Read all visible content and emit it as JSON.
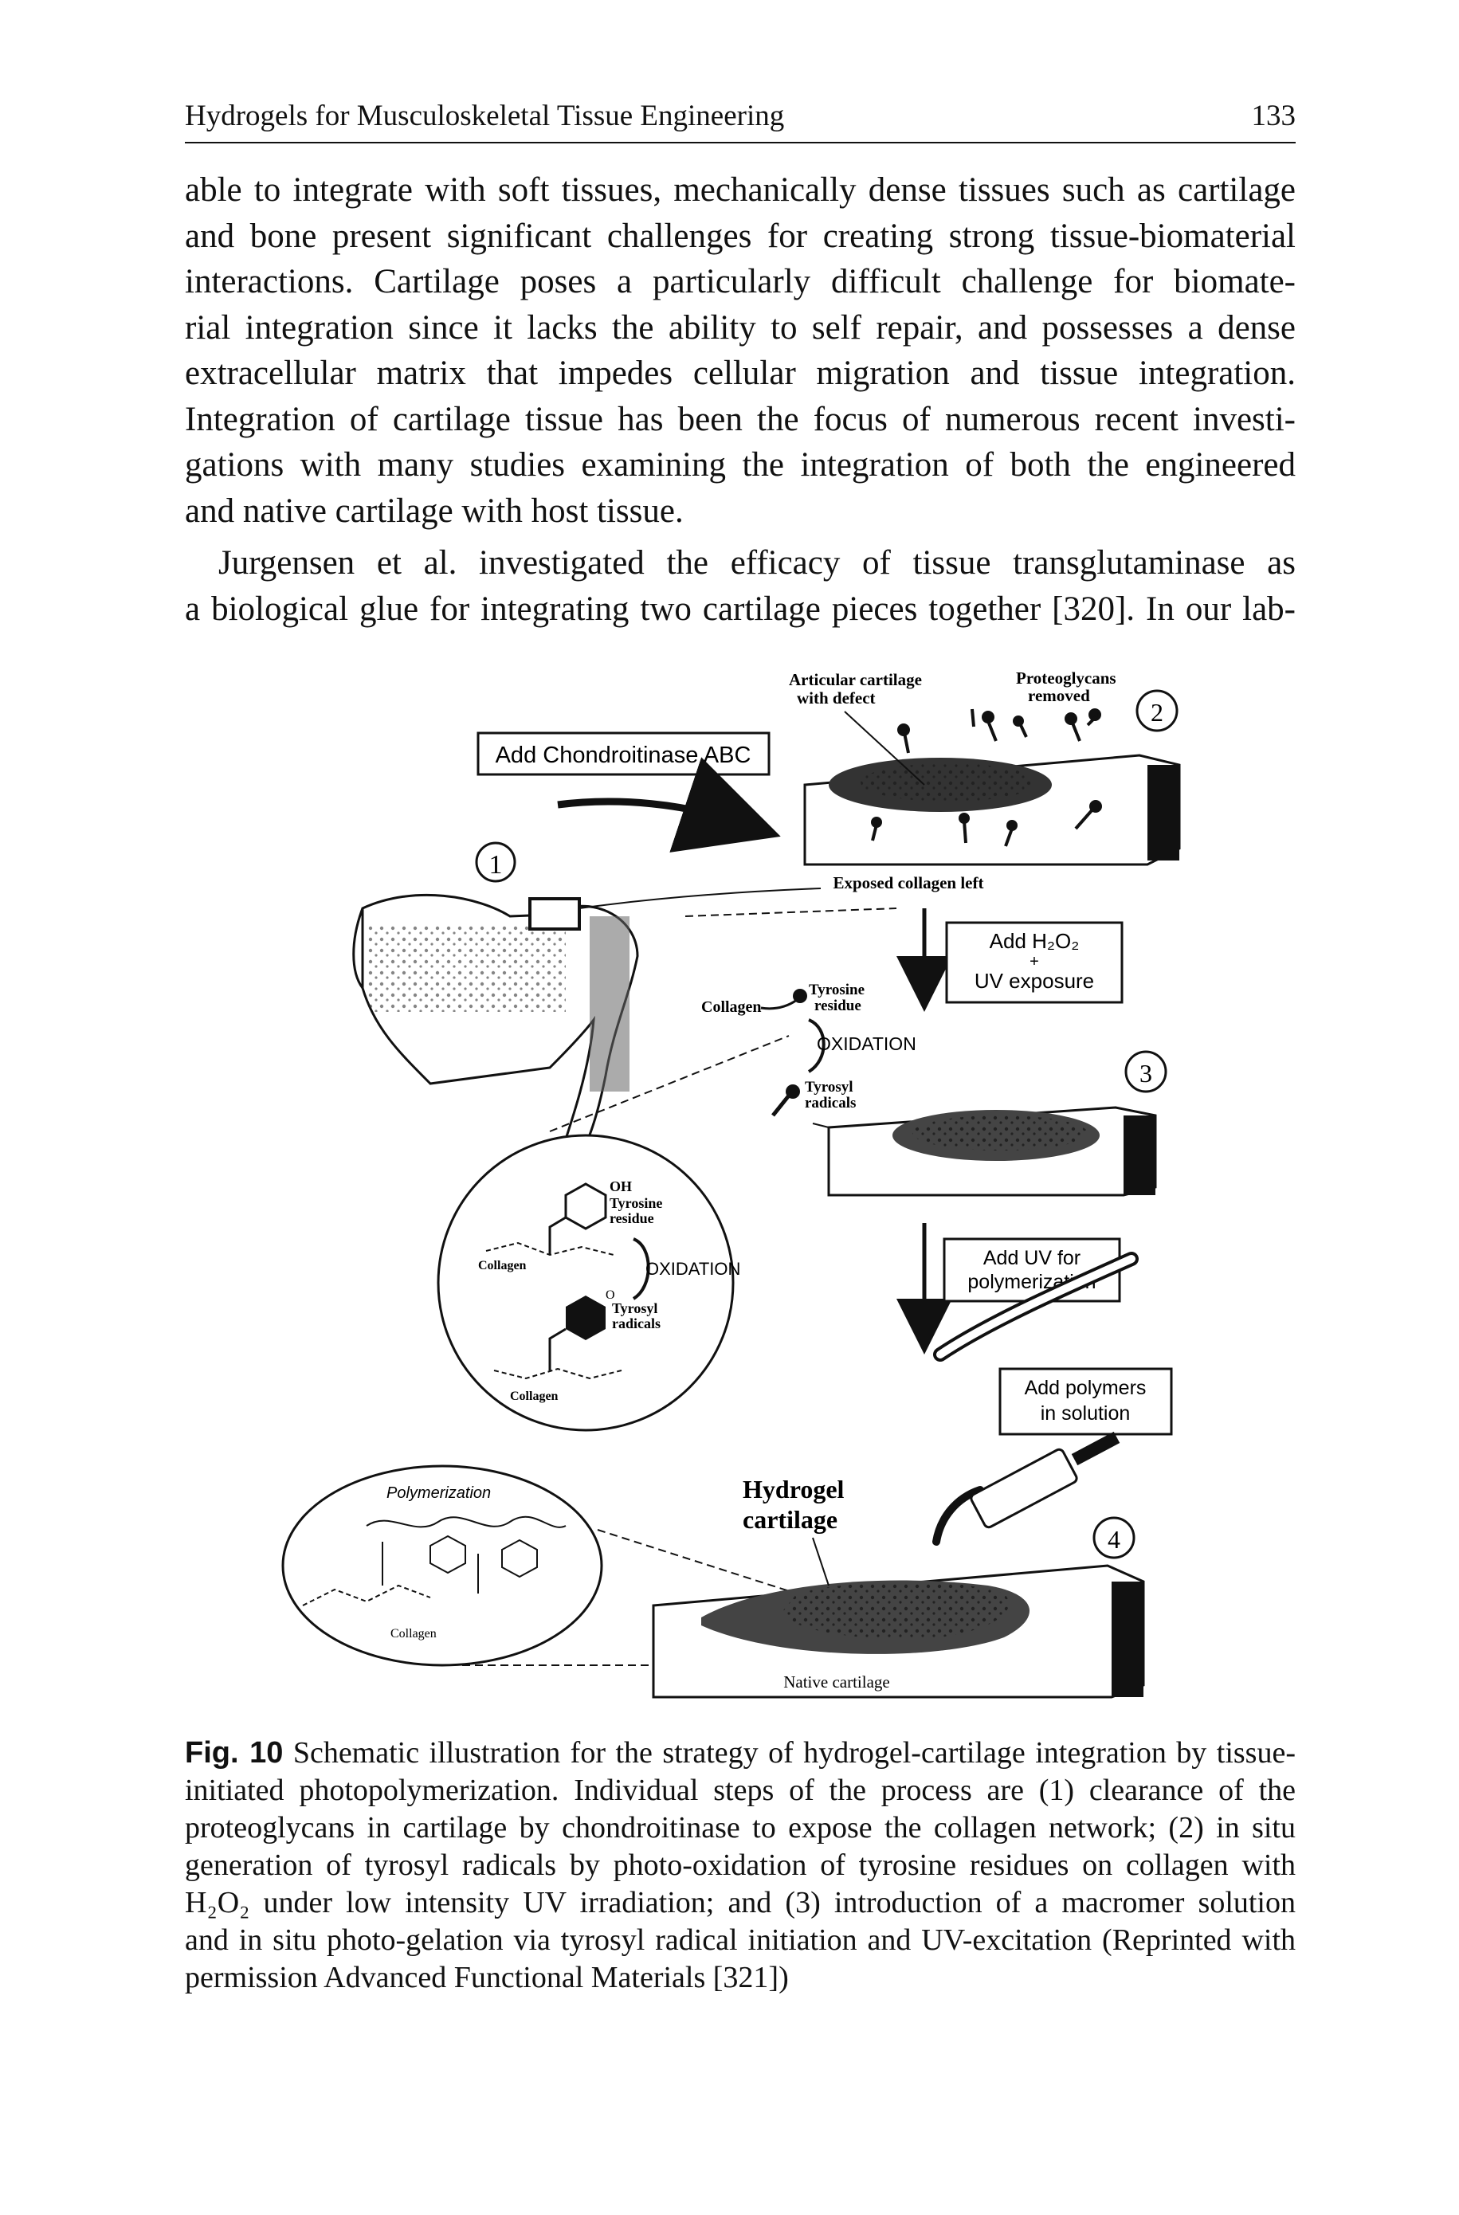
{
  "running_head": {
    "title": "Hydrogels for Musculoskeletal Tissue Engineering",
    "page_number": "133"
  },
  "body": {
    "paragraph1_lines": [
      "able to integrate with soft tissues, mechanically dense tissues such as cartilage",
      "and bone present significant challenges for creating strong tissue-biomaterial",
      "interactions. Cartilage poses a particularly difficult challenge for biomate-",
      "rial integration since it lacks the ability to self repair, and possesses a dense",
      "extracellular matrix that impedes cellular migration and tissue integration.",
      "Integration of cartilage tissue has been the focus of numerous recent investi-",
      "gations with many studies examining the integration of both the engineered",
      "and native cartilage with host tissue."
    ],
    "paragraph2_lines": [
      "Jurgensen et al. investigated the efficacy of tissue transglutaminase as",
      "a biological glue for integrating two cartilage pieces together [320]. In our lab-"
    ]
  },
  "figure": {
    "step1_box": "Add Chondroitinase ABC",
    "articular_defect_line1": "Articular cartilage",
    "articular_defect_line2": "with defect",
    "proteoglycans_line1": "Proteoglycans",
    "proteoglycans_line2": "removed",
    "exposed_collagen": "Exposed collagen left",
    "step_numbers": [
      "1",
      "2",
      "3",
      "4"
    ],
    "h2o2_box_line1": "Add H₂O₂",
    "h2o2_box_line2": "+",
    "h2o2_box_line3": "UV exposure",
    "tyrosine_residue_line1": "Tyrosine",
    "tyrosine_residue_line2": "residue",
    "collagen": "Collagen",
    "oxidation": "OXIDATION",
    "tyrosyl_radicals_line1": "Tyrosyl",
    "tyrosyl_radicals_line2": "radicals",
    "oh": "OH",
    "circle_tyrosine_line1": "Tyrosine",
    "circle_tyrosine_line2": "residue",
    "circle_oxidation": "OXIDATION",
    "circle_radicals_line1": "Tyrosyl",
    "circle_radicals_line2": "radicals",
    "circle_oxygen": "O",
    "circle_collagen_top": "Collagen",
    "circle_collagen_bottom": "Collagen",
    "uv_box_line1": "Add UV for",
    "uv_box_line2": "polymerization",
    "polymers_box_line1": "Add polymers",
    "polymers_box_line2": "in solution",
    "polymerization": "Polymerization",
    "polymer_collagen": "Collagen",
    "hydrogel_line1": "Hydrogel",
    "hydrogel_line2": "cartilage",
    "native_cartilage": "Native cartilage"
  },
  "caption": {
    "label": "Fig. 10",
    "lines": [
      " Schematic illustration for the strategy of hydrogel-cartilage integration by tissue-",
      "initiated photopolymerization. Individual steps of the process are (1) clearance of the",
      "proteoglycans in cartilage by chondroitinase to expose the collagen network; (2) in situ",
      "generation of tyrosyl radicals by photo-oxidation of tyrosine residues on collagen with",
      "H₂O₂ under low intensity UV irradiation; and (3) introduction of a macromer solution",
      "and in situ photo-gelation via tyrosyl radical initiation and UV-excitation (Reprinted with",
      "permission Advanced Functional Materials [321])"
    ]
  }
}
